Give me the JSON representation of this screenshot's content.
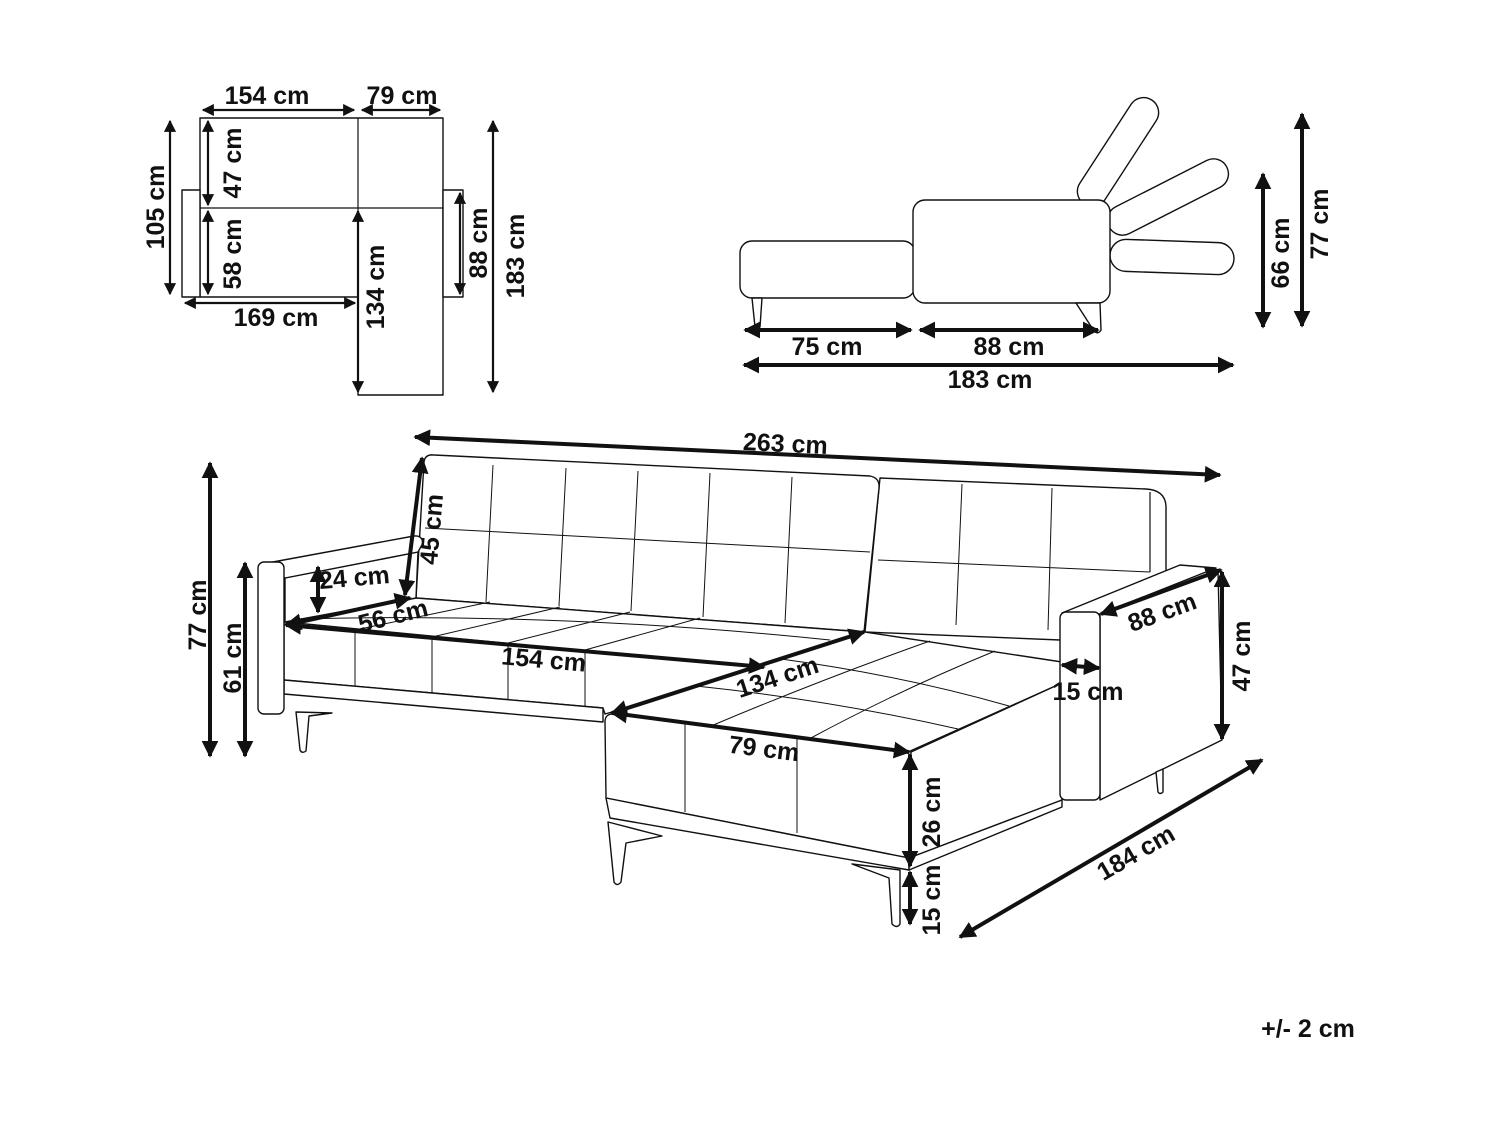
{
  "plan_view": {
    "back_width": "154 cm",
    "chaise_width": "79 cm",
    "section_depth": "105 cm",
    "back_depth": "47 cm",
    "seat_depth": "58 cm",
    "seat_length": "169 cm",
    "chaise_length": "134 cm",
    "arm_length": "88 cm",
    "total_depth": "183 cm"
  },
  "side_view": {
    "seat_length": "75 cm",
    "bed_length": "88 cm",
    "total_length": "183 cm",
    "height_low": "66 cm",
    "height_high": "77 cm"
  },
  "perspective_view": {
    "total_width": "263 cm",
    "back_height": "45 cm",
    "arm_above_seat": "24 cm",
    "seat_depth": "56 cm",
    "seat_width": "154 cm",
    "chaise_depth": "134 cm",
    "chaise_width": "79 cm",
    "arm_length": "88 cm",
    "arm_height": "47 cm",
    "arm_width": "15 cm",
    "seat_height": "26 cm",
    "leg_height": "15 cm",
    "total_length": "184 cm",
    "total_height": "77 cm",
    "arm_total_height": "61 cm"
  },
  "tolerance": "+/- 2 cm"
}
